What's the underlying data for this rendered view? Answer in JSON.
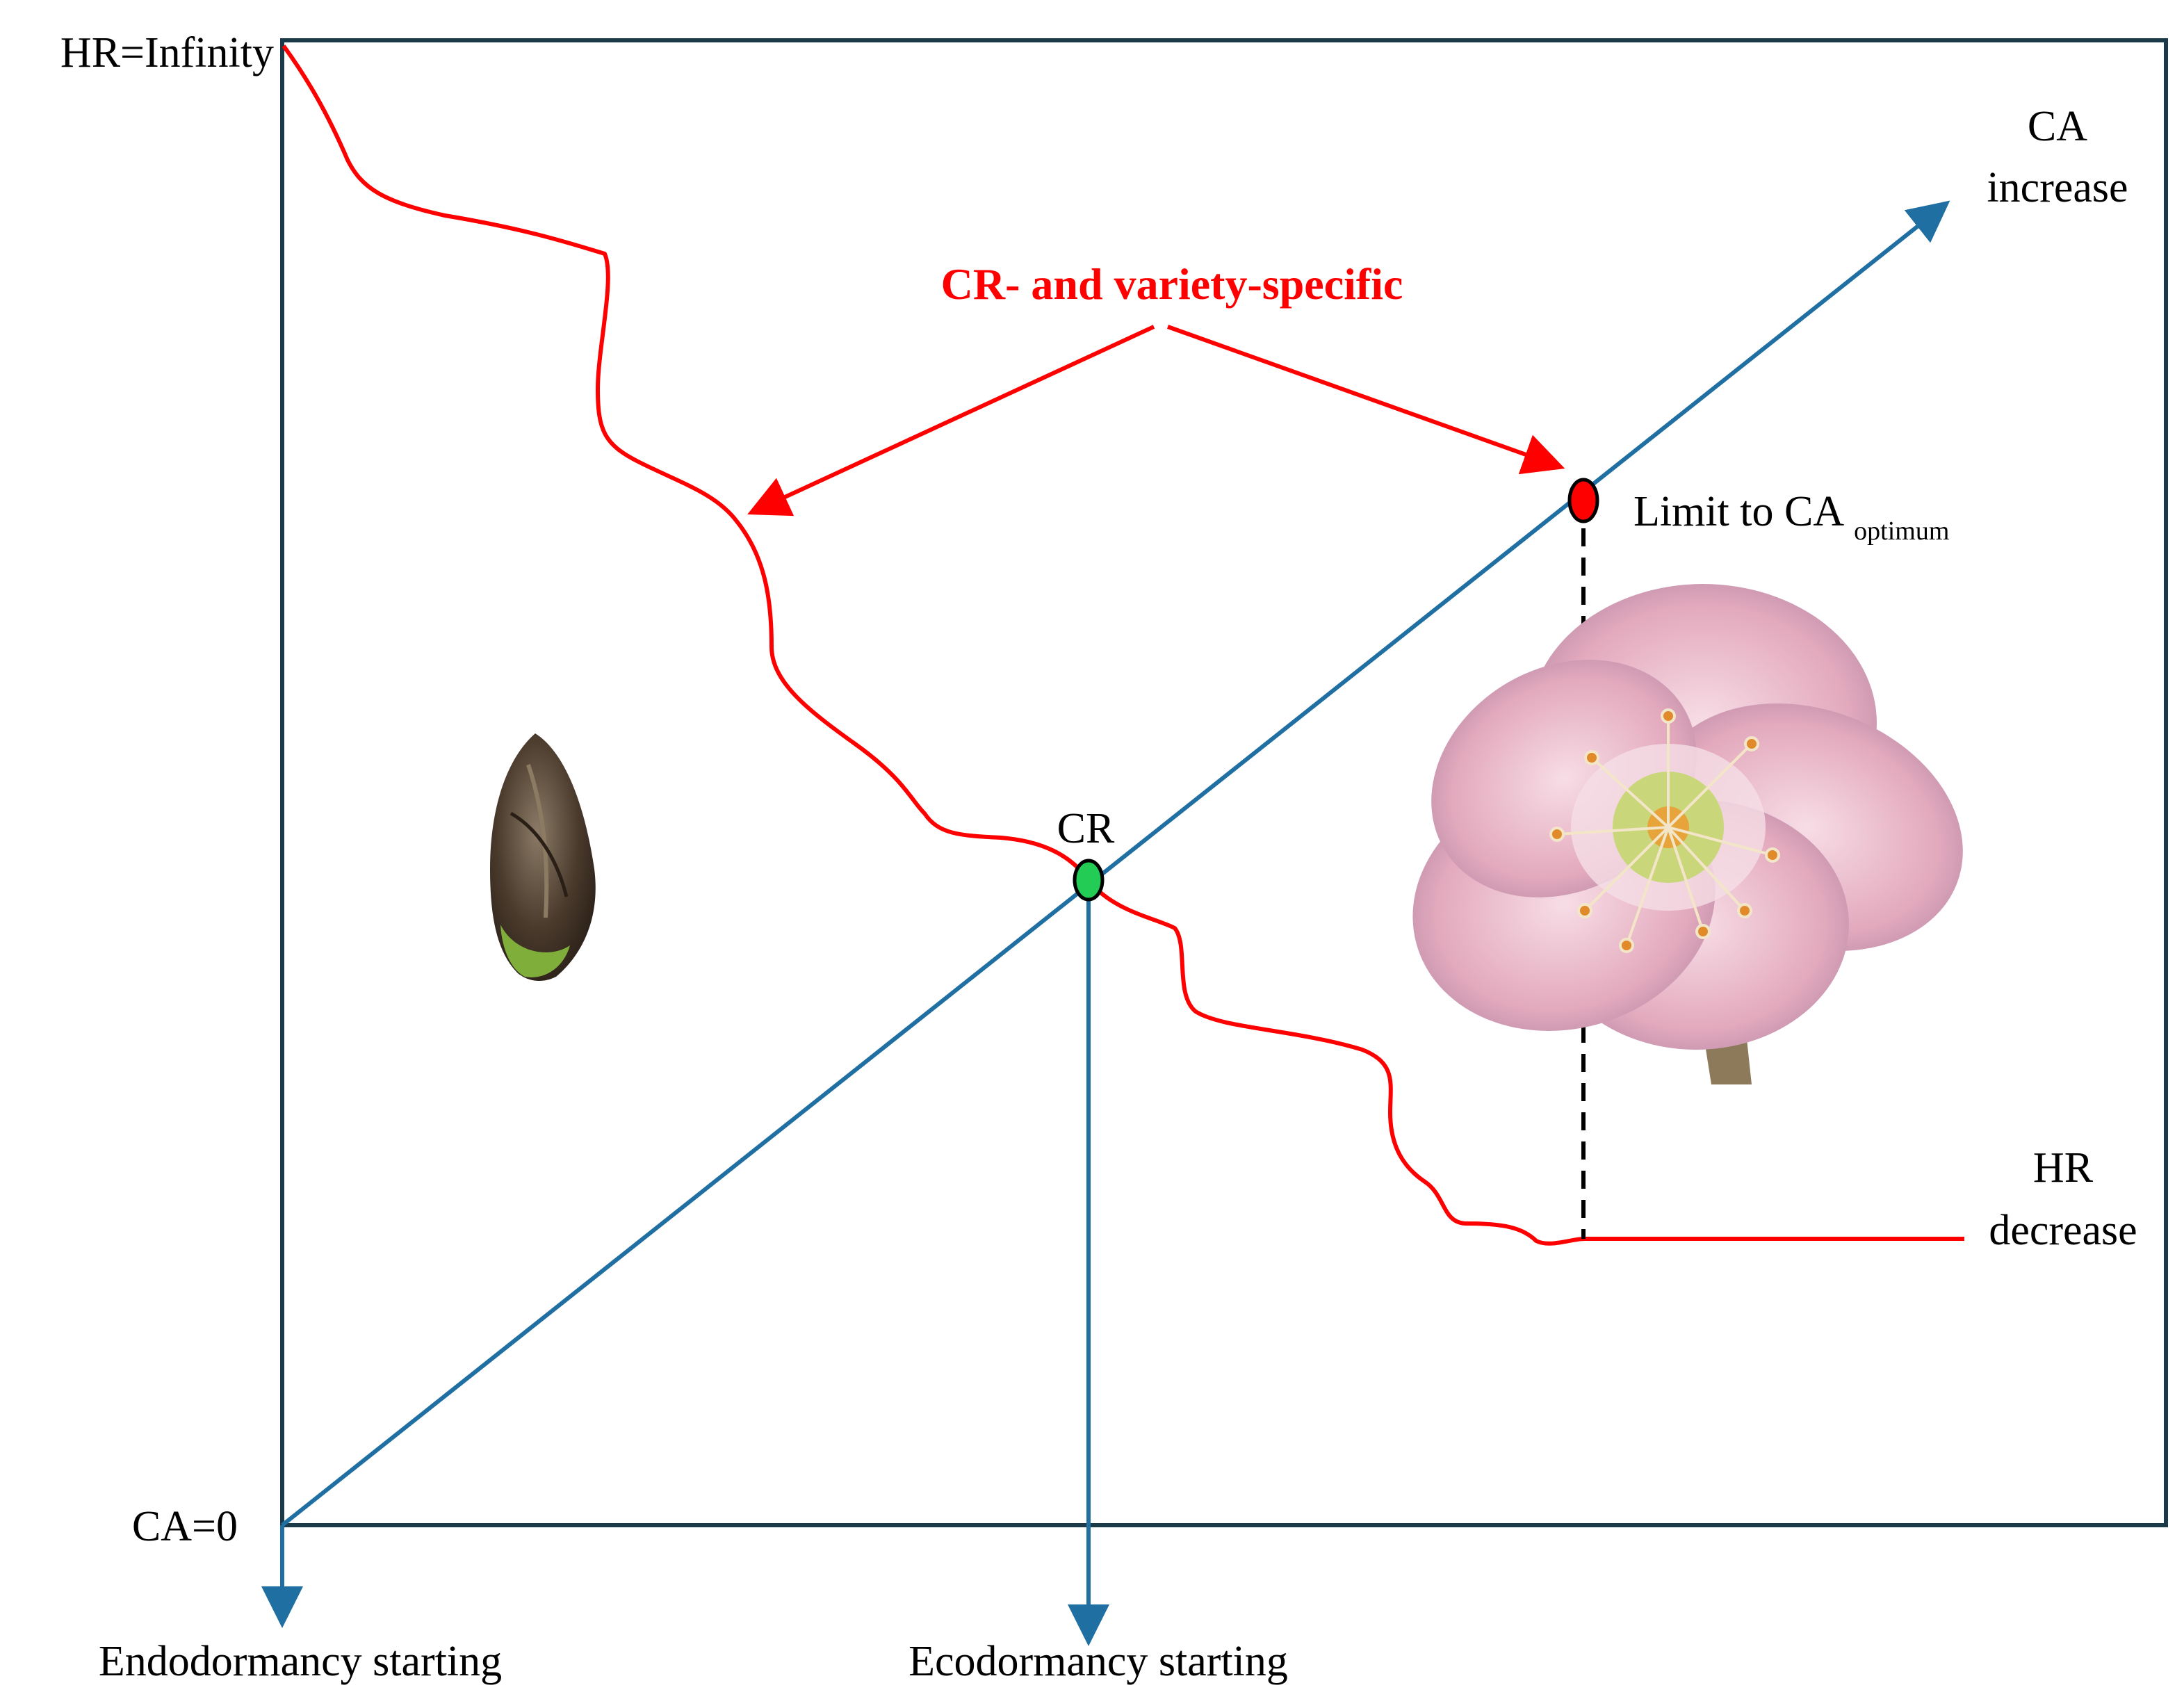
{
  "labels": {
    "hr_infinity": "HR=Infinity",
    "ca_zero": "CA=0",
    "ca_increase_1": "CA",
    "ca_increase_2": "increase",
    "hr_decrease_1": "HR",
    "hr_decrease_2": "decrease",
    "cr_point": "CR",
    "limit_prefix": "Limit to CA",
    "limit_sub": "optimum",
    "specific": "CR- and variety-specific",
    "endodormancy": "Endodormancy starting",
    "ecodormancy": "Ecodormancy starting"
  },
  "colors": {
    "frame": "#1a3a4a",
    "ca_line": "#1f6fa3",
    "hr_curve": "#ff0000",
    "cr_marker": "#22cc55",
    "limit_marker": "#ff0000",
    "bud": "#4a3a2c",
    "flower_petal": "#e8b4c4",
    "flower_center": "#c9d67a"
  },
  "icons": [
    "leaf-bud-image",
    "almond-flower-image"
  ]
}
